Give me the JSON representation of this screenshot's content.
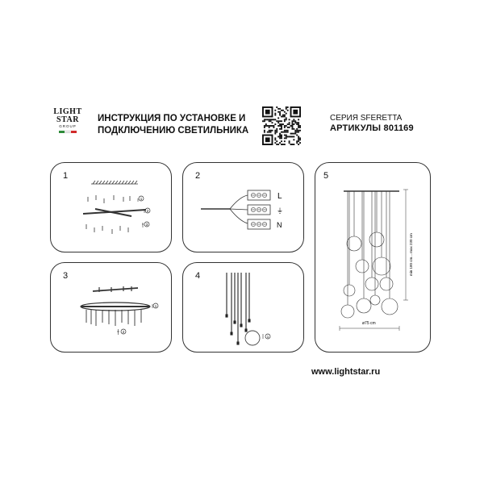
{
  "logo": {
    "line1": "LIGHT",
    "line2": "STAR",
    "line3": "GROUP",
    "flag_colors": [
      "#2e8b3a",
      "#ffffff",
      "#d12a2a"
    ]
  },
  "header": {
    "title_line1": "ИНСТРУКЦИЯ ПО УСТАНОВКЕ И",
    "title_line2": "ПОДКЛЮЧЕНИЮ СВЕТИЛЬНИКА",
    "series": "СЕРИЯ SFERETTA",
    "articles": "АРТИКУЛЫ 801169"
  },
  "panels": [
    {
      "number": "1",
      "callouts": [
        "1",
        "2",
        "3"
      ]
    },
    {
      "number": "2",
      "labels": [
        "L",
        "⏚",
        "N"
      ]
    },
    {
      "number": "3",
      "callouts": [
        "1",
        "2"
      ]
    },
    {
      "number": "4",
      "callouts": [
        "1"
      ]
    },
    {
      "number": "5",
      "height_label": "min 180 cm... max 230 cm",
      "diameter_label": "ø75 cm"
    }
  ],
  "footer": {
    "url": "www.lightstar.ru"
  }
}
